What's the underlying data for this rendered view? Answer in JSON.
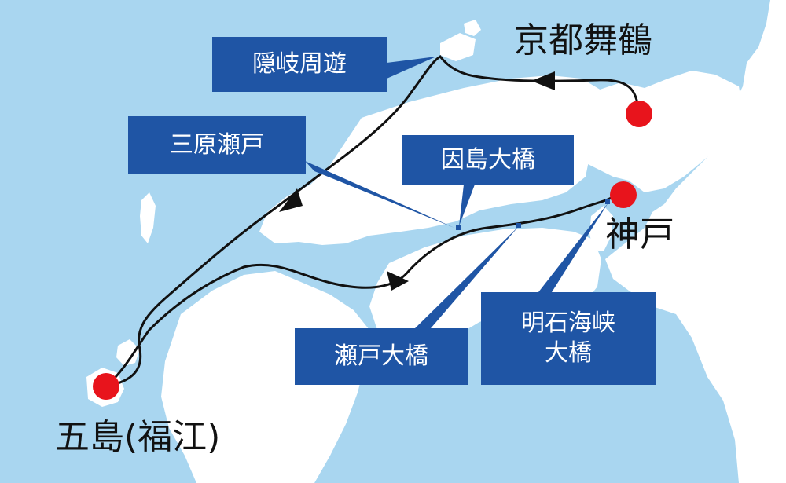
{
  "ports": {
    "maizuru": "京都舞鶴",
    "kobe": "神戸",
    "goto": "五島(福江)"
  },
  "callouts": {
    "oki": "隠岐周遊",
    "mihara": "三原瀬戸",
    "innoshima": "因島大橋",
    "seto": "瀬戸大橋",
    "akashi_line1": "明石海峡",
    "akashi_line2": "大橋"
  },
  "colors": {
    "sea": "#a9d6f0",
    "land": "#ffffff",
    "callout": "#1f55a5",
    "route": "#111111",
    "port_marker": "#e8141c"
  }
}
